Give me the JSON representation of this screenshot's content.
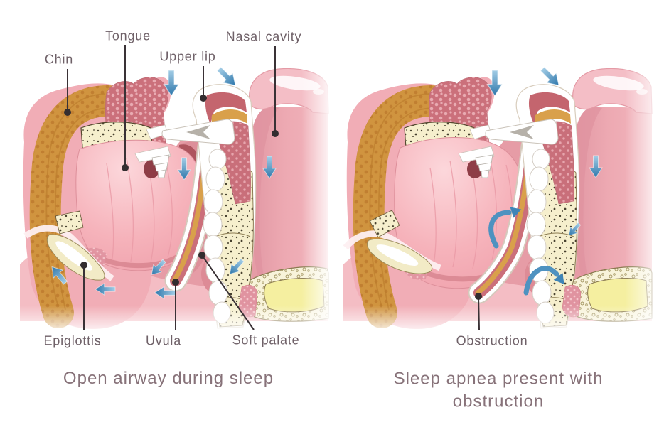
{
  "figure_type": "medical-illustration",
  "labels": {
    "chin": "Chin",
    "tongue": "Tongue",
    "upper_lip": "Upper lip",
    "nasal_cavity": "Nasal cavity",
    "epiglottis": "Epiglottis",
    "uvula": "Uvula",
    "soft_palate": "Soft palate",
    "obstruction": "Obstruction"
  },
  "captions": {
    "left": "Open airway during sleep",
    "right": "Sleep apnea present with obstruction"
  },
  "panels": [
    {
      "id": "open-airway",
      "caption": "Open airway during sleep",
      "labels": [
        "Chin",
        "Tongue",
        "Upper lip",
        "Nasal cavity",
        "Epiglottis",
        "Uvula",
        "Soft palate"
      ],
      "airflow": {
        "icon": "blue-arrow",
        "arrows": [
          "down-into-nasal-inlet",
          "diagonal-into-nostril",
          "down-behind-upper-lip",
          "down-nasal-passage",
          "down-left-behind-uvula",
          "left-below-uvula",
          "down-left-at-pharynx-wall",
          "left-toward-epiglottis",
          "up-left-into-larynx"
        ]
      }
    },
    {
      "id": "sleep-apnea",
      "caption": "Sleep apnea present with obstruction",
      "labels": [
        "Obstruction"
      ],
      "airflow": {
        "icon": "blue-arrow",
        "arrows": [
          "down-into-nasal-inlet",
          "diagonal-into-nostril",
          "down-nasal-passage",
          "down-left-at-pharynx-wall",
          "curled-blocked-flow-above-obstruction",
          "curled-blocked-flow-behind-obstruction"
        ]
      }
    }
  ],
  "colors": {
    "background": "#ffffff",
    "label_text": "#6f6168",
    "caption_text": "#877279",
    "leader_line": "#3a3236",
    "arrow_blue": "#4186ba",
    "tongue_pink": "#f6b3bb",
    "tissue_pink": "#e69ca6",
    "muscle_ochre": "#d0943f",
    "bone_cream": "#f6efcd",
    "bone_yellow": "#f5efa0",
    "mouth_dark_red": "#c4656e"
  }
}
